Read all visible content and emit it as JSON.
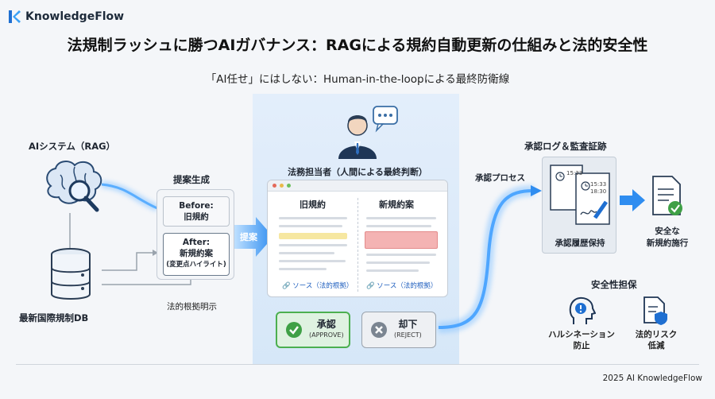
{
  "brand": {
    "name": "KnowledgeFlow",
    "color": "#1f6fd1"
  },
  "title": "法規制ラッシュに勝つAIガバナンス：RAGによる規約自動更新の仕組みと法的安全性",
  "subtitle": "「AI任せ」にはしない：Human-in-the-loopによる最終防衛線",
  "ai_system": {
    "label": "AIシステム（RAG）",
    "db_label": "最新国際規制DB",
    "icon": "brain-search-icon"
  },
  "proposal": {
    "heading": "提案生成",
    "before_line1": "Before:",
    "before_line2": "旧規約",
    "after_line1": "After:",
    "after_line2": "新規約案",
    "after_line3": "(変更点ハイライト)",
    "arrow_label": "提案",
    "legal_basis": "法的根拠明示"
  },
  "reviewer": {
    "label": "法務担当者（人間による最終判断）",
    "old_col": "旧規約",
    "new_col": "新規約案",
    "source_label": "ソース（法的根拠）"
  },
  "actions": {
    "approve_label": "承認",
    "approve_sub": "(APPROVE)",
    "reject_label": "却下",
    "reject_sub": "(REJECT)"
  },
  "approval": {
    "process_label": "承認プロセス",
    "log_heading": "承認ログ＆監査証跡",
    "log_time1": "15:33",
    "log_time2": "15:33",
    "log_time3": "18:30",
    "history_label": "承認履歴保持",
    "result_line1": "安全な",
    "result_line2": "新規約施行"
  },
  "safety": {
    "heading": "安全性担保",
    "item1_line1": "ハルシネーション",
    "item1_line2": "防止",
    "item2_line1": "法的リスク",
    "item2_line2": "低減"
  },
  "footer": "2025 AI KnowledgeFlow",
  "colors": {
    "accent": "#2f8df0",
    "approve": "#4caf50",
    "highlight_yellow": "#f6e7a1",
    "highlight_red": "#f4b3b3"
  }
}
